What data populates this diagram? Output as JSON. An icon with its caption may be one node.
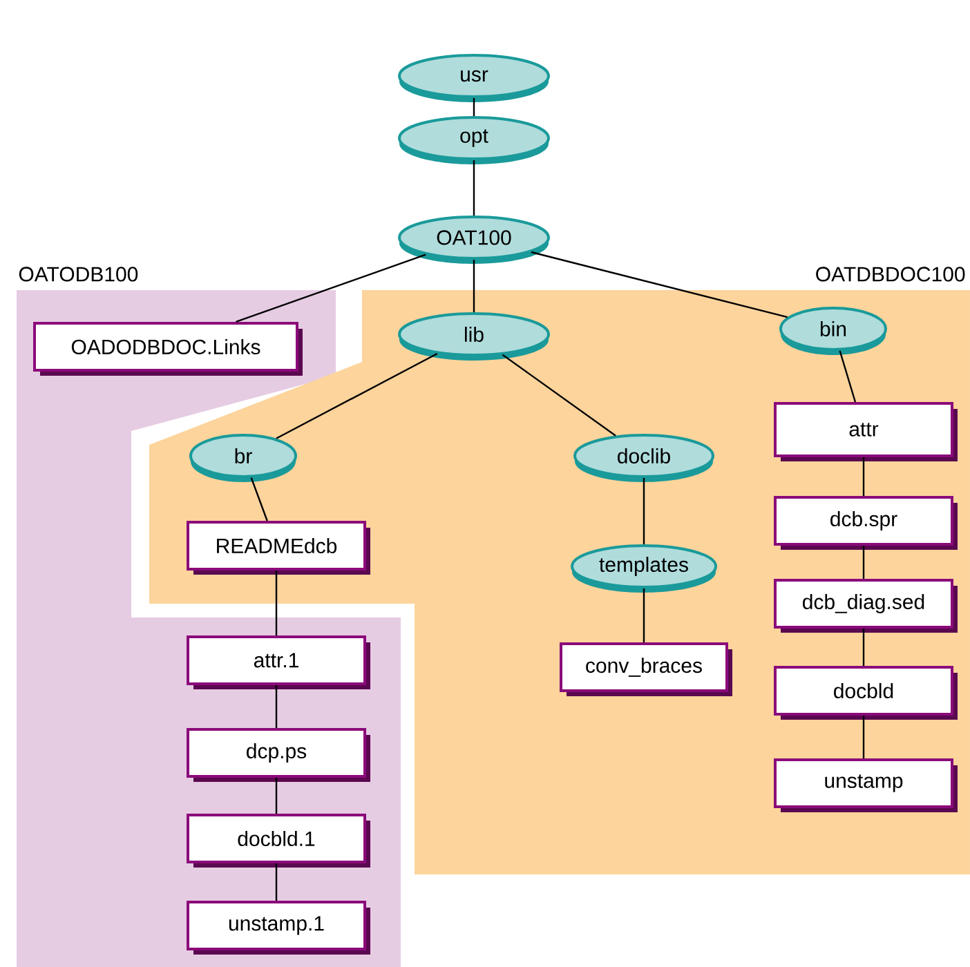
{
  "diagram": {
    "nodes": [
      {
        "text": [
          "OATODB100"
        ]
      },
      {
        "text": [
          "OATDBDOC100"
        ]
      },
      {
        "text": [
          "usr"
        ]
      },
      {
        "text": [
          "opt"
        ]
      },
      {
        "text": [
          "OAT100"
        ]
      },
      {
        "text": [
          "OADODBDOC.Links"
        ],
        "in": 0
      },
      {
        "text": [
          "lib"
        ],
        "in": 1
      },
      {
        "text": [
          "bin"
        ],
        "in": 1
      },
      {
        "text": [
          "br"
        ],
        "in": 1
      },
      {
        "text": [
          "doclib"
        ],
        "in": 1
      },
      {
        "text": [
          "attr"
        ],
        "in": 1
      },
      {
        "text": [
          "READMEdcb"
        ],
        "in": 1
      },
      {
        "text": [
          "templates"
        ],
        "in": 1
      },
      {
        "text": [
          "dcb.spr"
        ],
        "in": 1
      },
      {
        "text": [
          "dcb_diag.sed"
        ],
        "in": 1
      },
      {
        "text": [
          "conv_braces"
        ],
        "in": 1
      },
      {
        "text": [
          "attr.1"
        ],
        "in": 0
      },
      {
        "text": [
          "docbld"
        ],
        "in": 1
      },
      {
        "text": [
          "dcp.ps"
        ],
        "in": 0
      },
      {
        "text": [
          "unstamp"
        ],
        "in": 1
      },
      {
        "text": [
          "docbld.1"
        ],
        "in": 0
      },
      {
        "text": [
          "unstamp.1"
        ],
        "in": 0
      }
    ],
    "edges": [
      {
        "from": 2,
        "to": 3,
        "arrow": "none"
      },
      {
        "from": 3,
        "to": 4,
        "arrow": "none"
      },
      {
        "from": 4,
        "to": 5,
        "arrow": "none"
      },
      {
        "from": 4,
        "to": 6,
        "arrow": "none"
      },
      {
        "from": 4,
        "to": 7,
        "arrow": "none"
      },
      {
        "from": 6,
        "to": 8,
        "arrow": "none"
      },
      {
        "from": 6,
        "to": 9,
        "arrow": "none"
      },
      {
        "from": 8,
        "to": 11,
        "arrow": "none"
      },
      {
        "from": 11,
        "to": 16,
        "arrow": "none"
      },
      {
        "from": 16,
        "to": 18,
        "arrow": "none"
      },
      {
        "from": 18,
        "to": 20,
        "arrow": "none"
      },
      {
        "from": 20,
        "to": 21,
        "arrow": "none"
      },
      {
        "from": 9,
        "to": 12,
        "arrow": "none"
      },
      {
        "from": 12,
        "to": 15,
        "arrow": "none"
      },
      {
        "from": 7,
        "to": 10,
        "arrow": "none"
      },
      {
        "from": 10,
        "to": 13,
        "arrow": "none"
      },
      {
        "from": 13,
        "to": 14,
        "arrow": "none"
      },
      {
        "from": 14,
        "to": 17,
        "arrow": "none"
      },
      {
        "from": 17,
        "to": 19,
        "arrow": "none"
      }
    ]
  }
}
